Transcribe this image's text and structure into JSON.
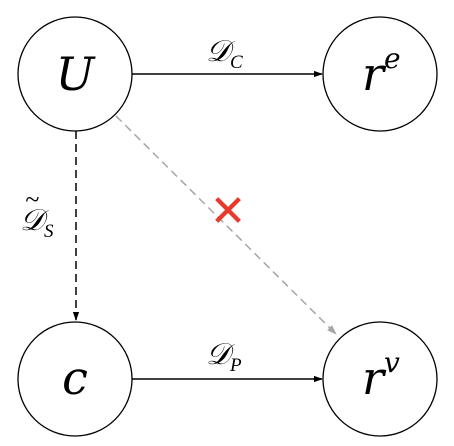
{
  "nodes": {
    "U": {
      "label": "U",
      "sup": ""
    },
    "re": {
      "label": "r",
      "sup": "e"
    },
    "c": {
      "label": "c",
      "sup": ""
    },
    "rv": {
      "label": "r",
      "sup": "v"
    }
  },
  "edges": {
    "U_to_re": {
      "symbol": "𝒟",
      "sub": "C",
      "tilde": "",
      "style": "solid"
    },
    "c_to_rv": {
      "symbol": "𝒟",
      "sub": "P",
      "tilde": "",
      "style": "solid"
    },
    "U_to_c": {
      "symbol": "𝒟",
      "sub": "S",
      "tilde": "~",
      "style": "dashed"
    },
    "U_to_rv": {
      "symbol": "",
      "sub": "",
      "style": "dashed-grey",
      "blocked": true,
      "blocked_mark": "✕"
    }
  },
  "colors": {
    "line": "#000000",
    "grey_edge": "#a6a6a6",
    "blocked_mark": "#e8392b",
    "node_fill": "#ffffff"
  }
}
